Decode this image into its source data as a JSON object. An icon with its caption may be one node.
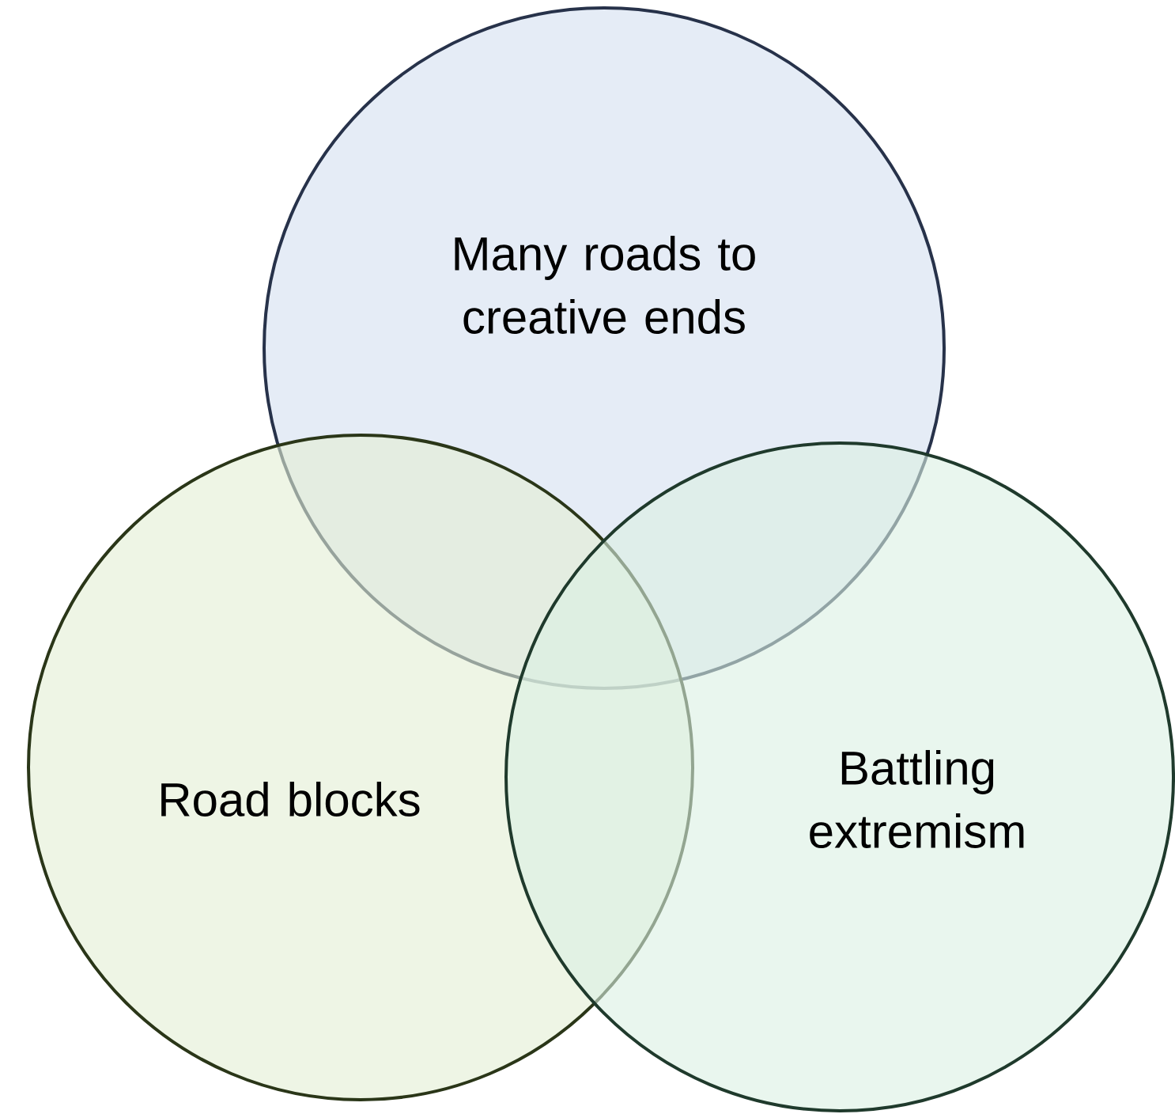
{
  "diagram": {
    "nodes": [
      {
        "text": [
          "Many roads to creative ends"
        ]
      },
      {
        "text": [
          "Road blocks"
        ]
      },
      {
        "text": [
          "Battling extremism"
        ]
      }
    ]
  }
}
